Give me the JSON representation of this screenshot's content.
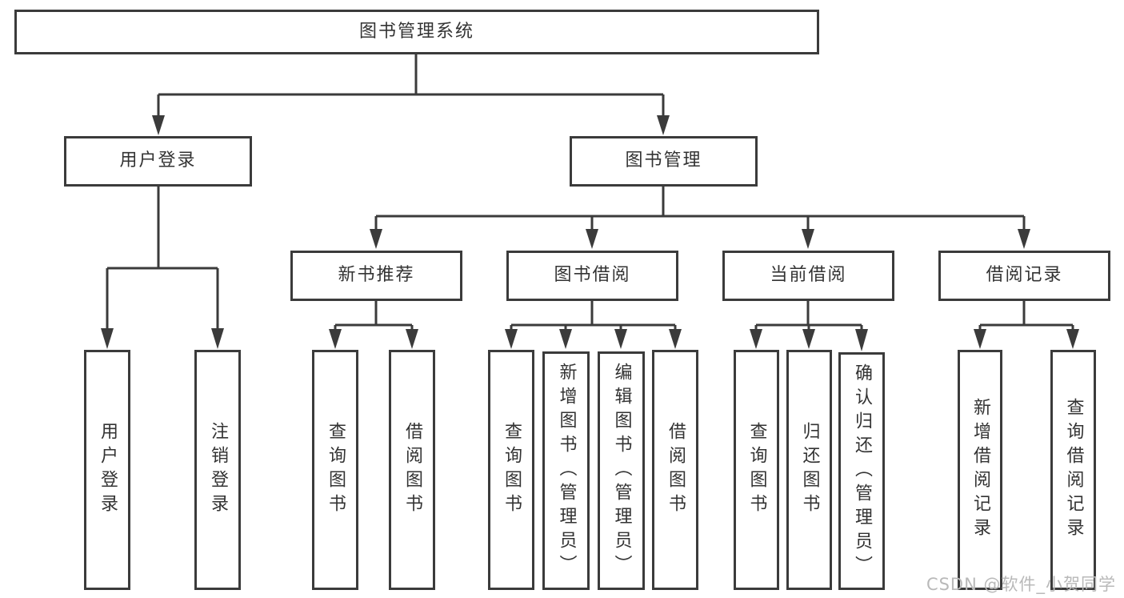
{
  "diagram_title": "图书管理系统",
  "nodes": {
    "root": "图书管理系统",
    "user_login_group": "用户登录",
    "book_management": "图书管理",
    "user_login": "用户登录",
    "logout": "注销登录",
    "new_book_recommend": "新书推荐",
    "book_borrowing": "图书借阅",
    "current_borrowing": "当前借阅",
    "borrowing_records": "借阅记录",
    "nb_query_books": "查询图书",
    "nb_borrow_books": "借阅图书",
    "bb_query_books": "查询图书",
    "bb_add_books": "新增图书（管理员）",
    "bb_edit_books": "编辑图书（管理员）",
    "bb_borrow_books": "借阅图书",
    "cb_query_books": "查询图书",
    "cb_return_books": "归还图书",
    "cb_confirm_return": "确认归还（管理员）",
    "br_add_record": "新增借阅记录",
    "br_query_record": "查询借阅记录"
  },
  "hierarchy": {
    "图书管理系统": {
      "用户登录": [
        "用户登录",
        "注销登录"
      ],
      "图书管理": {
        "新书推荐": [
          "查询图书",
          "借阅图书"
        ],
        "图书借阅": [
          "查询图书",
          "新增图书（管理员）",
          "编辑图书（管理员）",
          "借阅图书"
        ],
        "当前借阅": [
          "查询图书",
          "归还图书",
          "确认归还（管理员）"
        ],
        "借阅记录": [
          "新增借阅记录",
          "查询借阅记录"
        ]
      }
    }
  },
  "colors": {
    "line": "#3b3b3b",
    "text": "#333333",
    "box_background": "#ffffff",
    "page_background": "#ffffff",
    "watermark": "#b9b9b9"
  },
  "watermark": "CSDN @软件_小贺同学"
}
